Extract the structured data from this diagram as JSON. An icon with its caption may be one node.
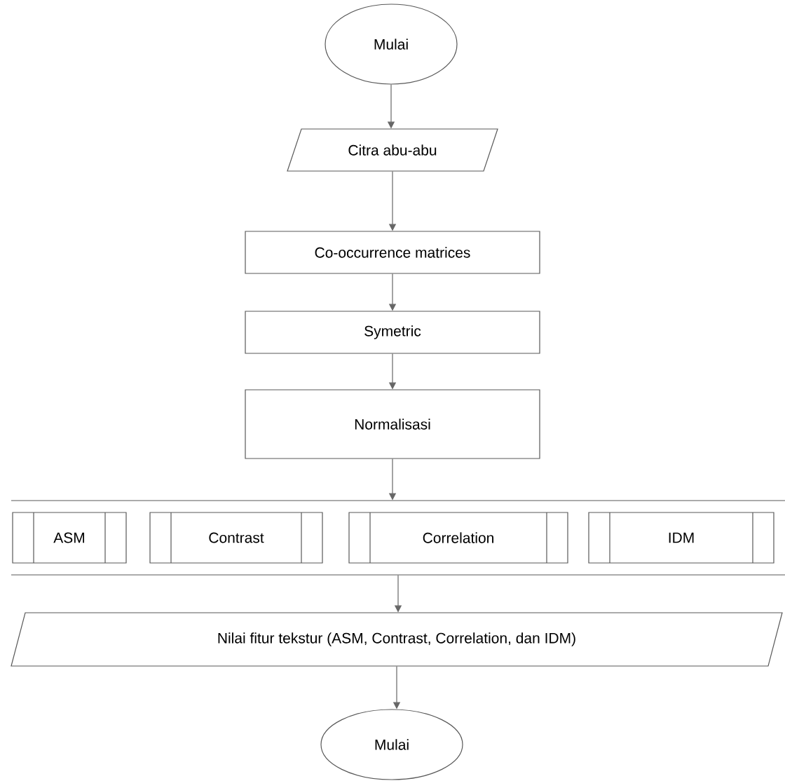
{
  "diagram": {
    "nodes": [
      {
        "text": [
          "Mulai"
        ]
      },
      {
        "text": [
          "Citra abu-abu"
        ]
      },
      {
        "text": [
          "Co-occurrence matrices"
        ]
      },
      {
        "text": [
          "Symetric"
        ]
      },
      {
        "text": [
          "Normalisasi"
        ]
      },
      {
        "text": [],
        "shape": "band"
      },
      {
        "text": [
          "ASM"
        ],
        "in": 5
      },
      {
        "text": [
          "Contrast"
        ],
        "in": 5
      },
      {
        "text": [
          "Correlation"
        ],
        "in": 5
      },
      {
        "text": [
          "IDM"
        ],
        "in": 5
      },
      {
        "text": [
          "Nilai fitur tekstur  (ASM, Contrast, Correlation, dan IDM)"
        ]
      },
      {
        "text": [
          "Mulai"
        ]
      }
    ],
    "edges": [
      {
        "from": 0,
        "to": 1,
        "arrow": "to"
      },
      {
        "from": 1,
        "to": 2,
        "arrow": "to"
      },
      {
        "from": 2,
        "to": 3,
        "arrow": "to"
      },
      {
        "from": 3,
        "to": 4,
        "arrow": "to"
      },
      {
        "from": 4,
        "to": 5,
        "arrow": "to"
      },
      {
        "from": 5,
        "to": 10,
        "arrow": "to"
      },
      {
        "from": 10,
        "to": 11,
        "arrow": "to"
      }
    ]
  }
}
